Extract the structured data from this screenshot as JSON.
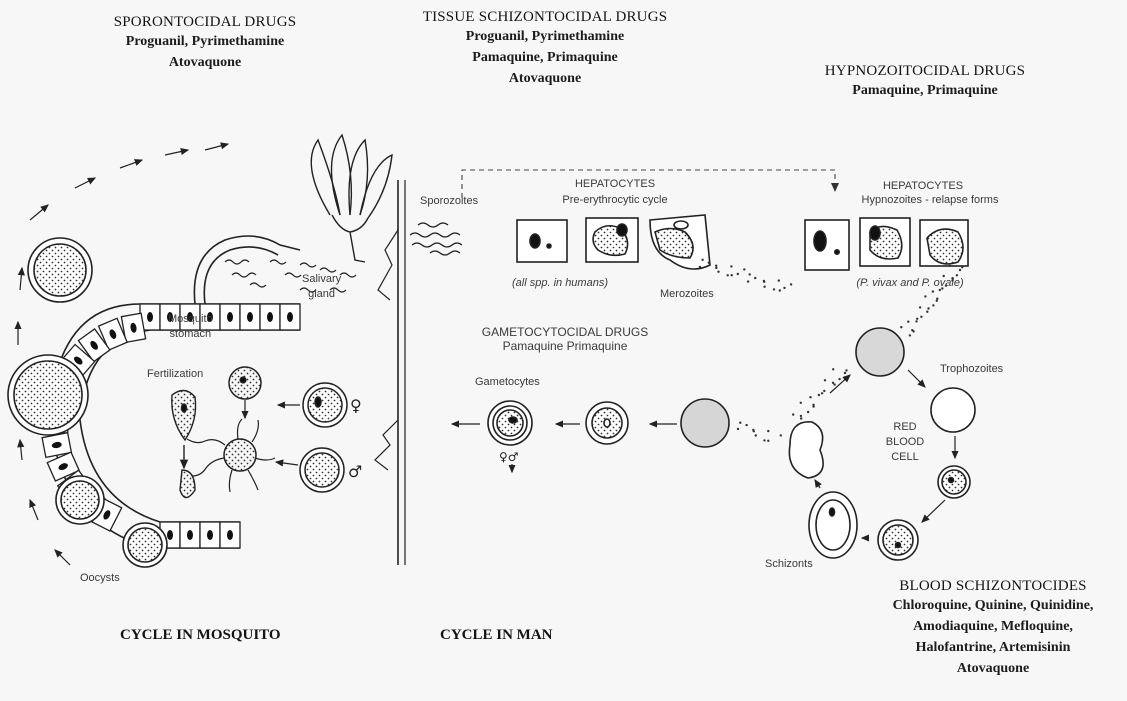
{
  "drug_groups": {
    "sporontocidal": {
      "title": "SPORONTOCIDAL DRUGS",
      "lines": [
        "Proguanil, Pyrimethamine",
        "Atovaquone"
      ]
    },
    "tissue_schizontocidal": {
      "title": "TISSUE SCHIZONTOCIDAL DRUGS",
      "lines": [
        "Proguanil, Pyrimethamine",
        "Pamaquine, Primaquine",
        "Atovaquone"
      ]
    },
    "hypnozoitocidal": {
      "title": "HYPNOZOITOCIDAL DRUGS",
      "lines": [
        "Pamaquine, Primaquine"
      ]
    },
    "gametocytocidal": {
      "title": "GAMETOCYTOCIDAL DRUGS",
      "lines": [
        "Pamaquine  Primaquine"
      ]
    },
    "blood_schizontocides": {
      "title": "BLOOD SCHIZONTOCIDES",
      "lines": [
        "Chloroquine, Quinine, Quinidine,",
        "Amodiaquine, Mefloquine,",
        "Halofantrine, Artemisinin",
        "Atovaquone"
      ]
    }
  },
  "labels": {
    "sporozoites": "Sporozoites",
    "hepatocytes_1": "HEPATOCYTES",
    "pre_erythrocytic": "Pre-erythrocytic cycle",
    "hepatocytes_2": "HEPATOCYTES",
    "hypnozoites": "Hypnozoites - relapse forms",
    "all_spp": "(all spp. in humans)",
    "vivax_ovale": "(P. vivax and P. ovale)",
    "merozoites": "Merozoites",
    "salivary_gland": "Salivary\ngland",
    "mosquito_stomach": "Mosquito\nstomach",
    "fertilization": "Fertilization",
    "gametocytes": "Gametocytes",
    "trophozoites": "Trophozoites",
    "red_blood_cell": "RED\nBLOOD\nCELL",
    "schizonts": "Schizonts",
    "oocysts": "Oocysts",
    "female_symbol": "♀",
    "male_symbol": "♂",
    "gamete_symbols": "♀♂"
  },
  "cycles": {
    "mosquito": "CYCLE IN MOSQUITO",
    "man": "CYCLE IN MAN"
  }
}
